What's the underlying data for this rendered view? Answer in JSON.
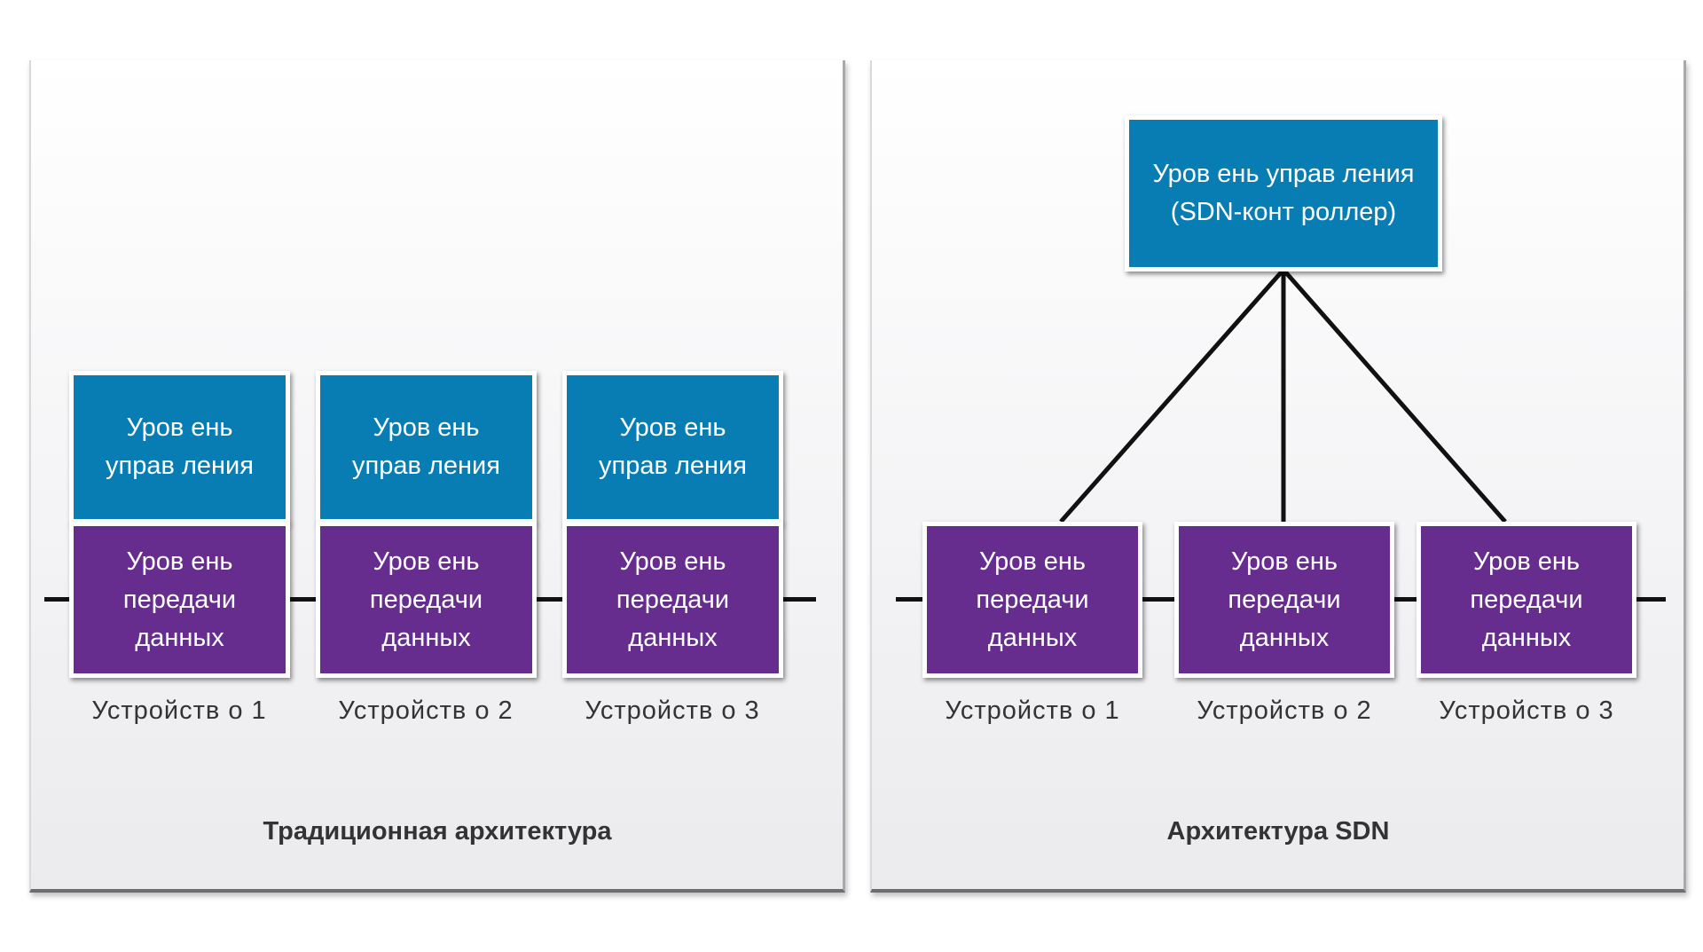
{
  "traditional": {
    "caption": "Традиционная архитектура",
    "devices": [
      {
        "control_label": "Уров ень\nуправ ления",
        "data_label": "Уров ень\nпередачи\nданных",
        "device_label": "Устройств о 1"
      },
      {
        "control_label": "Уров ень\nуправ ления",
        "data_label": "Уров ень\nпередачи\nданных",
        "device_label": "Устройств о 2"
      },
      {
        "control_label": "Уров ень\nуправ ления",
        "data_label": "Уров ень\nпередачи\nданных",
        "device_label": "Устройств о 3"
      }
    ]
  },
  "sdn": {
    "caption": "Архитектура SDN",
    "controller_label": "Уров ень управ ления\n(SDN-конт роллер)",
    "devices": [
      {
        "data_label": "Уров ень\nпередачи\nданных",
        "device_label": "Устройств о 1"
      },
      {
        "data_label": "Уров ень\nпередачи\nданных",
        "device_label": "Устройств о 2"
      },
      {
        "data_label": "Уров ень\nпередачи\nданных",
        "device_label": "Устройств о 3"
      }
    ]
  },
  "colors": {
    "control_plane": "#087db3",
    "data_plane": "#662d8f",
    "link": "#111111"
  }
}
